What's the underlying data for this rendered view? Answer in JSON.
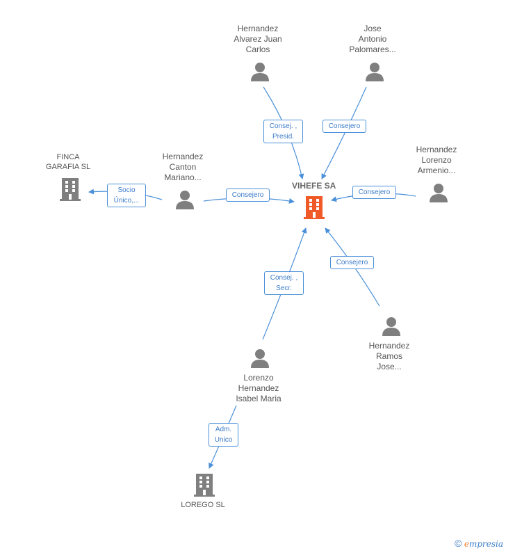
{
  "center": {
    "name": "VIHEFE SA"
  },
  "persons": [
    {
      "id": "hajc",
      "lines": [
        "Hernandez",
        "Alvarez Juan",
        "Carlos"
      ]
    },
    {
      "id": "jap",
      "lines": [
        "Jose",
        "Antonio",
        "Palomares..."
      ]
    },
    {
      "id": "hcm",
      "lines": [
        "Hernandez",
        "Canton",
        "Mariano..."
      ]
    },
    {
      "id": "hla",
      "lines": [
        "Hernandez",
        "Lorenzo",
        "Armenio..."
      ]
    },
    {
      "id": "hrj",
      "lines": [
        "Hernandez",
        "Ramos",
        "Jose..."
      ]
    },
    {
      "id": "lhim",
      "lines": [
        "Lorenzo",
        "Hernandez",
        "Isabel Maria"
      ]
    }
  ],
  "companies": [
    {
      "id": "finca",
      "lines": [
        "FINCA",
        "GARAFIA SL"
      ]
    },
    {
      "id": "lorego",
      "lines": [
        "LOREGO SL"
      ]
    }
  ],
  "edges": [
    {
      "id": "e1",
      "lines": [
        "Consej. ,",
        "Presid."
      ]
    },
    {
      "id": "e2",
      "lines": [
        "Consejero"
      ]
    },
    {
      "id": "e3",
      "lines": [
        "Socio",
        "Único,..."
      ]
    },
    {
      "id": "e4",
      "lines": [
        "Consejero"
      ]
    },
    {
      "id": "e5",
      "lines": [
        "Consejero"
      ]
    },
    {
      "id": "e6",
      "lines": [
        "Consej. ,",
        "Secr."
      ]
    },
    {
      "id": "e7",
      "lines": [
        "Consejero"
      ]
    },
    {
      "id": "e8",
      "lines": [
        "Adm.",
        "Unico"
      ]
    }
  ],
  "footer": {
    "copyright": "©",
    "brand_e": "e",
    "brand_rest": "mpresia"
  },
  "colors": {
    "edge": "#4a90d9",
    "person": "#7f7f7f",
    "center": "#f05a28",
    "company": "#7f7f7f"
  }
}
